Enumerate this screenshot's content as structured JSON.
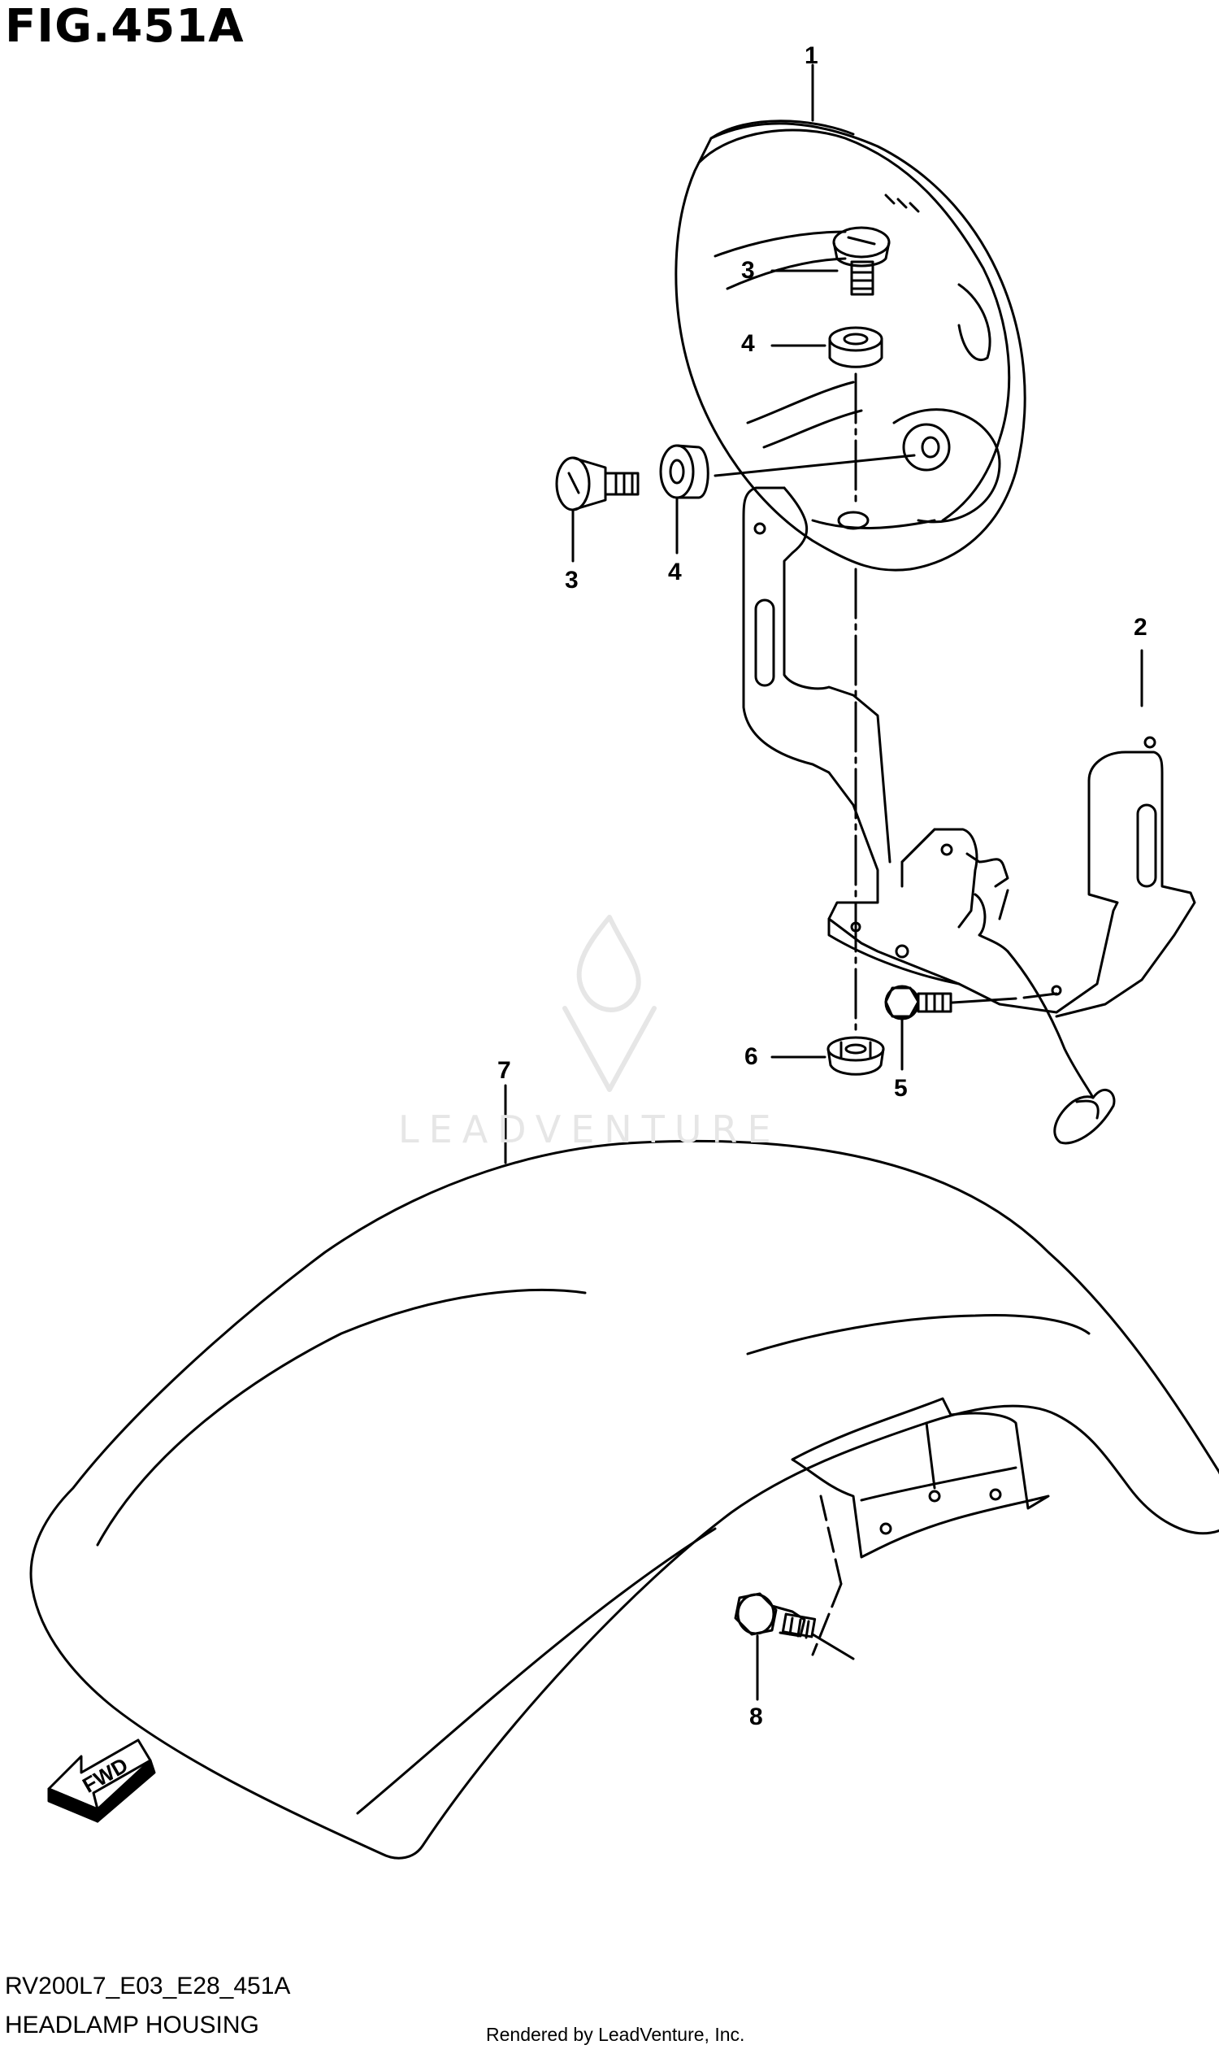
{
  "figure": {
    "title": "FIG.451A",
    "model_code": "RV200L7_E03_E28_451A",
    "section_name": "HEADLAMP HOUSING",
    "rendered_by": "Rendered by LeadVenture, Inc.",
    "watermark": "LEADVENTURE",
    "fwd_label": "FWD"
  },
  "callouts": {
    "c1": "1",
    "c2": "2",
    "c3a": "3",
    "c3b": "3",
    "c4a": "4",
    "c4b": "4",
    "c5": "5",
    "c6": "6",
    "c7": "7",
    "c8": "8"
  },
  "colors": {
    "line": "#000000",
    "watermark": "#e6e6e6",
    "background": "#ffffff"
  }
}
